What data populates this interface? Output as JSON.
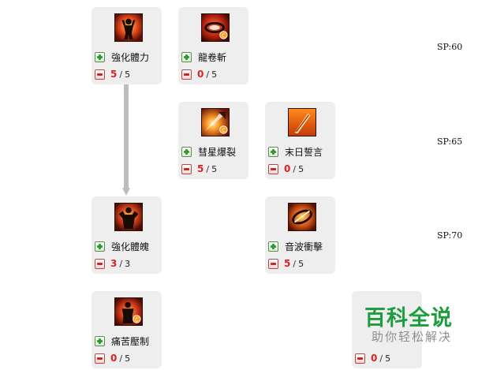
{
  "tiers": [
    {
      "sp_label": "SP:60"
    },
    {
      "sp_label": "SP:65"
    },
    {
      "sp_label": "SP:70"
    }
  ],
  "skills": [
    {
      "name": "強化體力",
      "current": "5",
      "separator": "/",
      "max": "5",
      "icon": "flexing-body-icon"
    },
    {
      "name": "龍卷斬",
      "current": "0",
      "separator": "/",
      "max": "5",
      "icon": "tornado-slash-icon"
    },
    {
      "name": "彗星爆裂",
      "current": "5",
      "separator": "/",
      "max": "5",
      "icon": "comet-burst-icon"
    },
    {
      "name": "末日誓言",
      "current": "0",
      "separator": "/",
      "max": "5",
      "icon": "doom-oath-blade-icon"
    },
    {
      "name": "強化體魄",
      "current": "3",
      "separator": "/",
      "max": "3",
      "icon": "muscle-body-icon"
    },
    {
      "name": "音波衝擊",
      "current": "5",
      "separator": "/",
      "max": "5",
      "icon": "sonic-impact-icon"
    },
    {
      "name": "痛苦壓制",
      "current": "0",
      "separator": "/",
      "max": "5",
      "icon": "pain-suppress-icon"
    },
    {
      "name": "",
      "current": "0",
      "separator": "/",
      "max": "5"
    }
  ],
  "watermark": {
    "title": "百科全说",
    "subtitle": "助你轻松解决"
  },
  "colors": {
    "card_bg": "#eeeeee",
    "level_red": "#e02020",
    "plus_green": "#2f9a2f",
    "watermark_green": "#1e9d3e"
  }
}
